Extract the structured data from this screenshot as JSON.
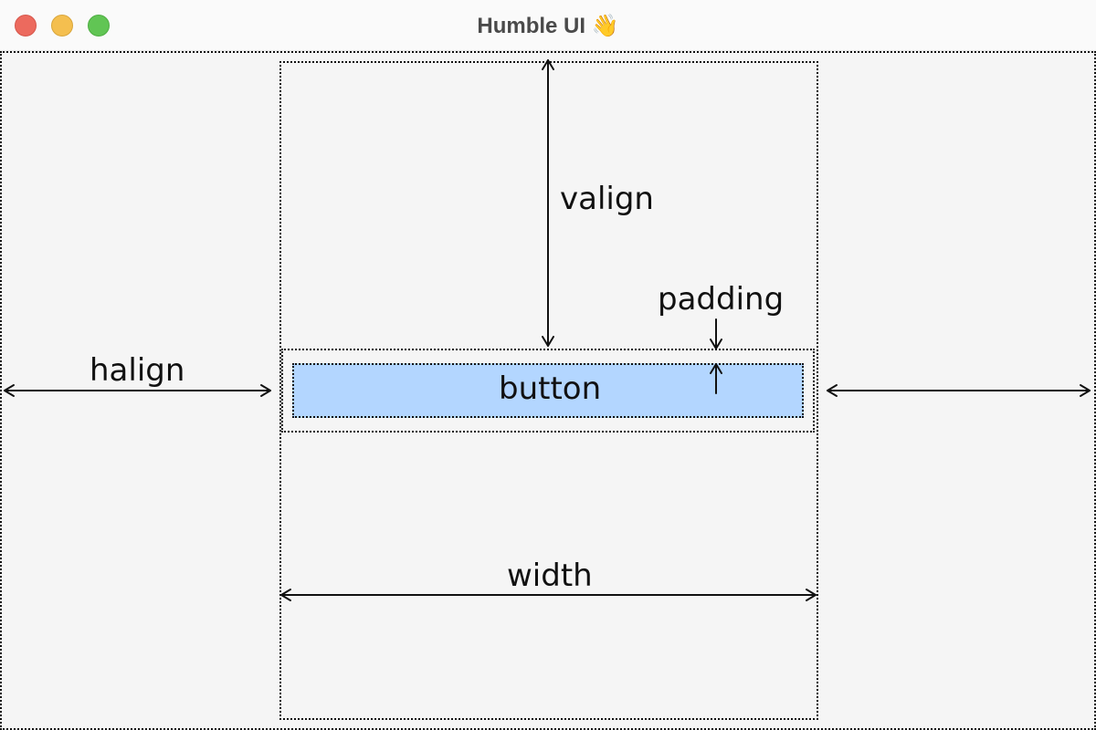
{
  "window": {
    "title": "Humble UI",
    "title_emoji": "👋",
    "traffic_lights": [
      "close",
      "minimize",
      "zoom"
    ]
  },
  "diagram": {
    "button_label": "button",
    "valign_label": "valign",
    "halign_label": "halign",
    "padding_label": "padding",
    "width_label": "width"
  },
  "colors": {
    "button_fill": "#b3d6ff",
    "close": "#ec6a5e",
    "minimize": "#f4bf4f",
    "zoom": "#61c554"
  }
}
